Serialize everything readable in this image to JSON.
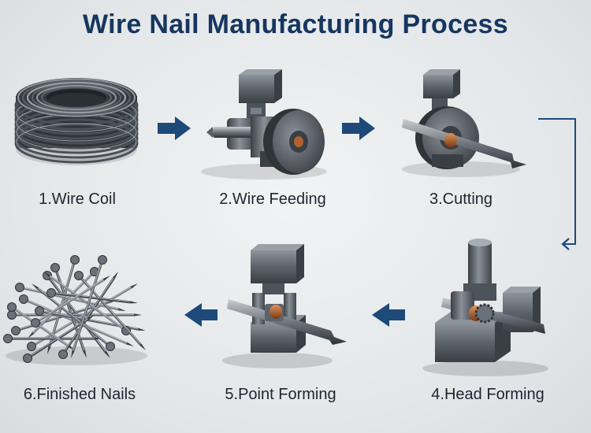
{
  "title": "Wire Nail Manufacturing Process",
  "steps": [
    {
      "label": "1.Wire Coil",
      "icon": "wire-coil-icon"
    },
    {
      "label": "2.Wire Feeding",
      "icon": "wire-feeding-machine-icon"
    },
    {
      "label": "3.Cutting",
      "icon": "cutting-machine-icon"
    },
    {
      "label": "4.Head Forming",
      "icon": "head-forming-machine-icon"
    },
    {
      "label": "5.Point Forming",
      "icon": "point-forming-machine-icon"
    },
    {
      "label": "6.Finished Nails",
      "icon": "finished-nails-pile-icon"
    }
  ],
  "colors": {
    "title": "#16365f",
    "arrow": "#1d4a78",
    "label": "#1e2530",
    "metal_dark": "#3d4248",
    "metal_mid": "#6b7178",
    "metal_light": "#a7adb3",
    "copper": "#b0612f"
  }
}
